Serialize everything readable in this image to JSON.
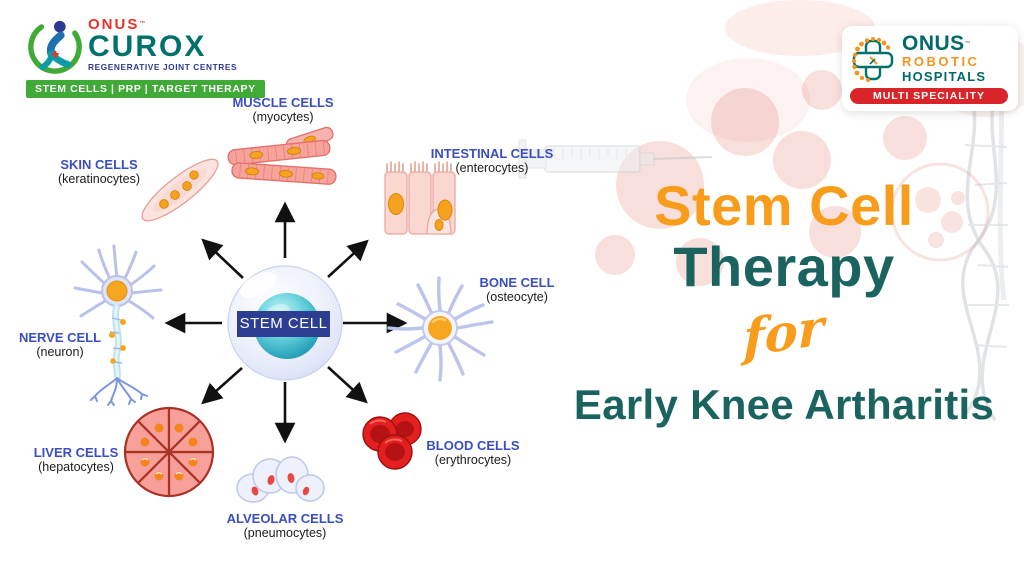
{
  "brand_left": {
    "onus": "ONUS",
    "tm": "™",
    "curox": "CUROX",
    "tagline": "REGENERATIVE JOINT CENTRES",
    "badge": "STEM CELLS | PRP | TARGET THERAPY"
  },
  "brand_right": {
    "onus": "ONUS",
    "tm": "™",
    "robotic": "ROBOTIC",
    "hospitals": "HOSPITALS",
    "badge": "MULTI SPECIALITY"
  },
  "diagram": {
    "center_label": "STEM CELL",
    "cells": [
      {
        "id": "muscle",
        "label": "MUSCLE CELLS",
        "sublabel": "(myocytes)"
      },
      {
        "id": "skin",
        "label": "SKIN CELLS",
        "sublabel": "(keratinocytes)"
      },
      {
        "id": "intestinal",
        "label": "INTESTINAL CELLS",
        "sublabel": "(enterocytes)"
      },
      {
        "id": "bone",
        "label": "BONE CELL",
        "sublabel": "(osteocyte)"
      },
      {
        "id": "blood",
        "label": "BLOOD CELLS",
        "sublabel": "(erythrocytes)"
      },
      {
        "id": "alveolar",
        "label": "ALVEOLAR CELLS",
        "sublabel": "(pneumocytes)"
      },
      {
        "id": "liver",
        "label": "LIVER CELLS",
        "sublabel": "(hepatocytes)"
      },
      {
        "id": "nerve",
        "label": "NERVE CELL",
        "sublabel": "(neuron)"
      }
    ]
  },
  "title": {
    "line1": "Stem Cell",
    "line2": "Therapy",
    "connector": "for",
    "line3": "Early Knee Artharitis"
  },
  "icons": {
    "left_logo_icon": "person-knee-arc-icon",
    "right_logo_icon": "medical-cross-dots-icon",
    "background": [
      "syringe-icon",
      "red-blood-cells",
      "dna-helix"
    ]
  },
  "colors": {
    "title_orange": "#F89C1B",
    "title_teal": "#1A635E",
    "label_blue": "#3A4EC2",
    "stemcell_navy": "#2D3E92",
    "curox_teal": "#00716C",
    "onus_red": "#E63329",
    "badge_green": "#3FAA36",
    "robotic_orange": "#F7941D",
    "hospitals_teal": "#00696B",
    "multispeciality_red": "#D9252A"
  }
}
